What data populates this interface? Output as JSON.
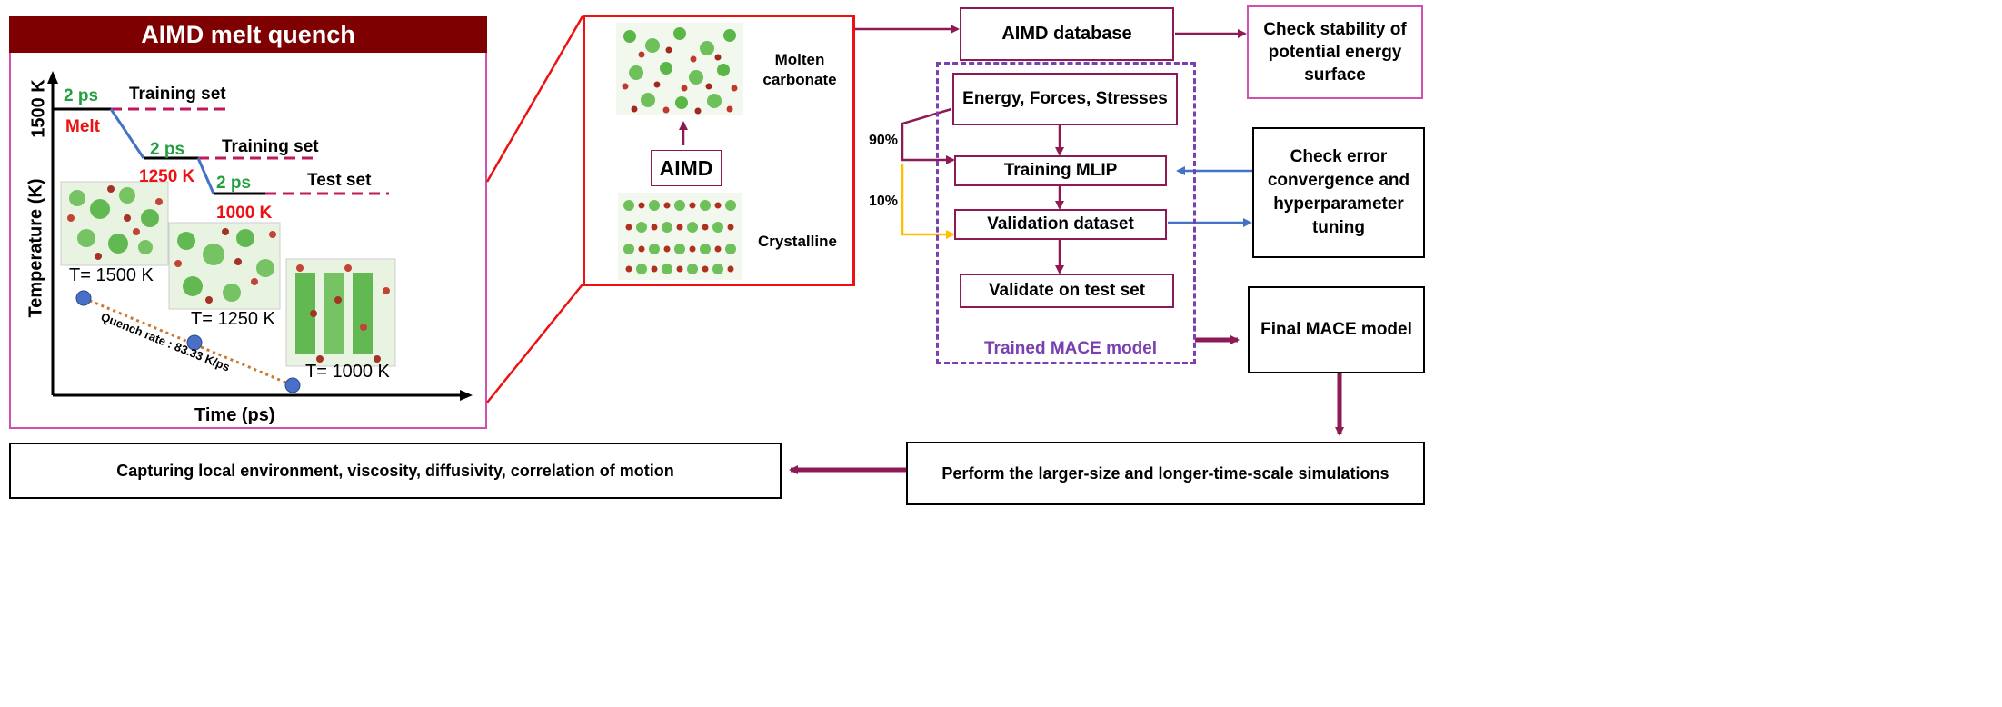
{
  "melt_panel": {
    "title": "AIMD melt quench",
    "y_axis_label": "Temperature (K)",
    "x_axis_label": "Time (ps)",
    "y_tick": "1500 K",
    "stage1_duration": "2 ps",
    "stage1_label": "Training set",
    "melt_label": "Melt",
    "stage2_duration": "2 ps",
    "stage2_label": "Training set",
    "stage2_temp": "1250 K",
    "stage3_duration": "2 ps",
    "stage3_label": "Test set",
    "stage3_temp": "1000 K",
    "snapshot1_label": "T= 1500 K",
    "snapshot2_label": "T= 1250 K",
    "snapshot3_label": "T= 1000 K",
    "quench_rate": "Quench rate : 83.33 K/ps"
  },
  "aimd_panel": {
    "molten_label": "Molten carbonate",
    "crystalline_label": "Crystalline",
    "center_label": "AIMD"
  },
  "workflow": {
    "database": "AIMD database",
    "stability": "Check stability of potential energy surface",
    "efs": "Energy, Forces, Stresses",
    "training": "Training MLIP",
    "validation": "Validation dataset",
    "test": "Validate on test set",
    "trained_label": "Trained MACE model",
    "split_train": "90%",
    "split_val": "10%",
    "error_check": "Check error convergence and hyperparameter tuning",
    "final_model": "Final MACE model",
    "simulations": "Perform the larger-size and longer-time-scale simulations",
    "capturing": "Capturing local environment, viscosity, diffusivity, correlation of motion"
  },
  "colors": {
    "title_bar": "#7f0000",
    "panel_border": "#d050b0",
    "red": "#ee1111",
    "maroon_arrow": "#8e1a55",
    "purple_dash": "#7a3fb0",
    "blue_arrow": "#4472c4",
    "orange_arrow": "#ffc000",
    "green_text": "#22a040",
    "quench_dot": "#4a6fc8",
    "quench_line": "#c87830"
  }
}
